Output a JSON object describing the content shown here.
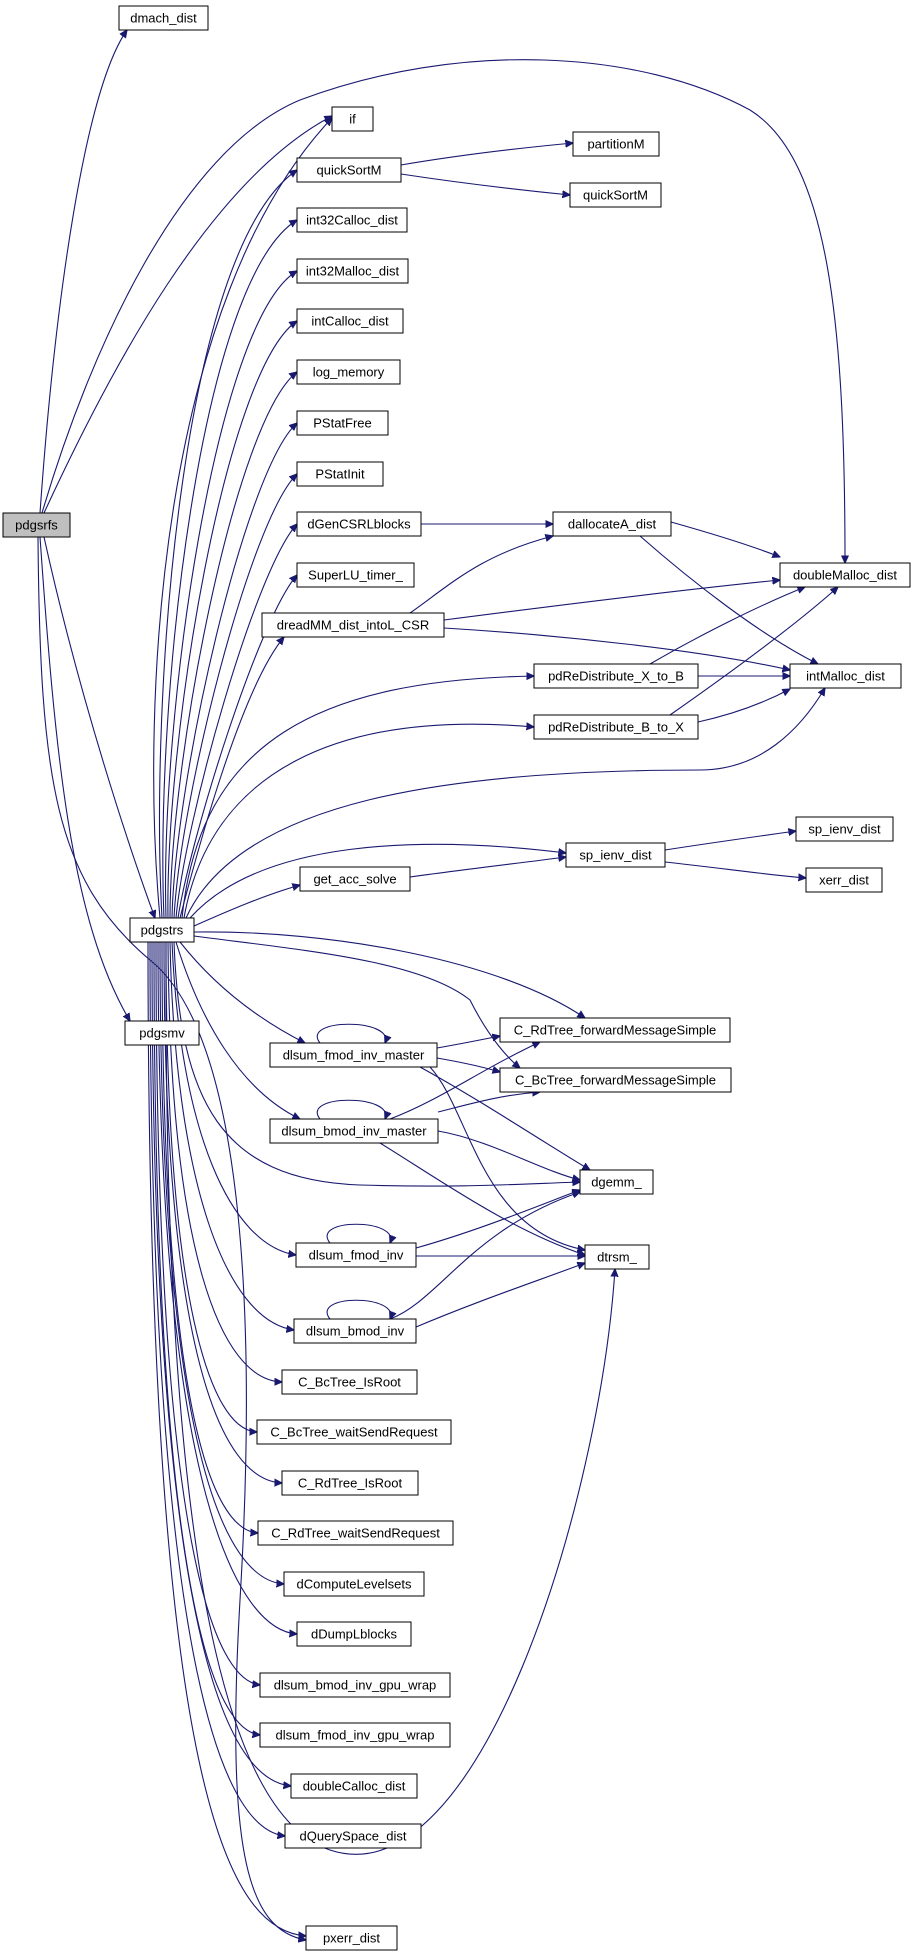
{
  "graph": {
    "root": "pdgsrfs",
    "nodes": [
      {
        "id": "pdgsrfs",
        "label": "pdgsrfs"
      },
      {
        "id": "dmach_dist",
        "label": "dmach_dist"
      },
      {
        "id": "if",
        "label": "if"
      },
      {
        "id": "quickSortM",
        "label": "quickSortM"
      },
      {
        "id": "partitionM",
        "label": "partitionM"
      },
      {
        "id": "quickSortM2",
        "label": "quickSortM"
      },
      {
        "id": "int32Calloc_dist",
        "label": "int32Calloc_dist"
      },
      {
        "id": "int32Malloc_dist",
        "label": "int32Malloc_dist"
      },
      {
        "id": "intCalloc_dist",
        "label": "intCalloc_dist"
      },
      {
        "id": "log_memory",
        "label": "log_memory"
      },
      {
        "id": "PStatFree",
        "label": "PStatFree"
      },
      {
        "id": "PStatInit",
        "label": "PStatInit"
      },
      {
        "id": "dGenCSRLblocks",
        "label": "dGenCSRLblocks"
      },
      {
        "id": "dallocateA_dist",
        "label": "dallocateA_dist"
      },
      {
        "id": "doubleMalloc_dist",
        "label": "doubleMalloc_dist"
      },
      {
        "id": "SuperLU_timer_",
        "label": "SuperLU_timer_"
      },
      {
        "id": "dreadMM_dist_intoL_CSR",
        "label": "dreadMM_dist_intoL_CSR"
      },
      {
        "id": "pdReDistribute_X_to_B",
        "label": "pdReDistribute_X_to_B"
      },
      {
        "id": "intMalloc_dist",
        "label": "intMalloc_dist"
      },
      {
        "id": "pdReDistribute_B_to_X",
        "label": "pdReDistribute_B_to_X"
      },
      {
        "id": "sp_ienv_dist",
        "label": "sp_ienv_dist"
      },
      {
        "id": "sp_ienv_dist2",
        "label": "sp_ienv_dist"
      },
      {
        "id": "get_acc_solve",
        "label": "get_acc_solve"
      },
      {
        "id": "xerr_dist",
        "label": "xerr_dist"
      },
      {
        "id": "pdgstrs",
        "label": "pdgstrs"
      },
      {
        "id": "pdgsmv",
        "label": "pdgsmv"
      },
      {
        "id": "C_RdTree_forwardMessageSimple",
        "label": "C_RdTree_forwardMessageSimple"
      },
      {
        "id": "dlsum_fmod_inv_master",
        "label": "dlsum_fmod_inv_master"
      },
      {
        "id": "C_BcTree_forwardMessageSimple",
        "label": "C_BcTree_forwardMessageSimple"
      },
      {
        "id": "dlsum_bmod_inv_master",
        "label": "dlsum_bmod_inv_master"
      },
      {
        "id": "dgemm_",
        "label": "dgemm_"
      },
      {
        "id": "dlsum_fmod_inv",
        "label": "dlsum_fmod_inv"
      },
      {
        "id": "dtrsm_",
        "label": "dtrsm_"
      },
      {
        "id": "dlsum_bmod_inv",
        "label": "dlsum_bmod_inv"
      },
      {
        "id": "C_BcTree_IsRoot",
        "label": "C_BcTree_IsRoot"
      },
      {
        "id": "C_BcTree_waitSendRequest",
        "label": "C_BcTree_waitSendRequest"
      },
      {
        "id": "C_RdTree_IsRoot",
        "label": "C_RdTree_IsRoot"
      },
      {
        "id": "C_RdTree_waitSendRequest",
        "label": "C_RdTree_waitSendRequest"
      },
      {
        "id": "dComputeLevelsets",
        "label": "dComputeLevelsets"
      },
      {
        "id": "dDumpLblocks",
        "label": "dDumpLblocks"
      },
      {
        "id": "dlsum_bmod_inv_gpu_wrap",
        "label": "dlsum_bmod_inv_gpu_wrap"
      },
      {
        "id": "dlsum_fmod_inv_gpu_wrap",
        "label": "dlsum_fmod_inv_gpu_wrap"
      },
      {
        "id": "doubleCalloc_dist",
        "label": "doubleCalloc_dist"
      },
      {
        "id": "dQuerySpace_dist",
        "label": "dQuerySpace_dist"
      },
      {
        "id": "pxerr_dist",
        "label": "pxerr_dist"
      }
    ],
    "edges": [
      [
        "pdgsrfs",
        "dmach_dist"
      ],
      [
        "pdgsrfs",
        "doubleMalloc_dist"
      ],
      [
        "pdgsrfs",
        "if"
      ],
      [
        "pdgsrfs",
        "pdgstrs"
      ],
      [
        "pdgsrfs",
        "pdgsmv"
      ],
      [
        "pdgsrfs",
        "pxerr_dist"
      ],
      [
        "quickSortM",
        "partitionM"
      ],
      [
        "quickSortM",
        "quickSortM2"
      ],
      [
        "dGenCSRLblocks",
        "dallocateA_dist"
      ],
      [
        "dallocateA_dist",
        "doubleMalloc_dist"
      ],
      [
        "dallocateA_dist",
        "intMalloc_dist"
      ],
      [
        "dreadMM_dist_intoL_CSR",
        "dallocateA_dist"
      ],
      [
        "dreadMM_dist_intoL_CSR",
        "doubleMalloc_dist"
      ],
      [
        "dreadMM_dist_intoL_CSR",
        "intMalloc_dist"
      ],
      [
        "pdReDistribute_X_to_B",
        "doubleMalloc_dist"
      ],
      [
        "pdReDistribute_X_to_B",
        "intMalloc_dist"
      ],
      [
        "pdReDistribute_B_to_X",
        "doubleMalloc_dist"
      ],
      [
        "pdReDistribute_B_to_X",
        "intMalloc_dist"
      ],
      [
        "sp_ienv_dist",
        "sp_ienv_dist2"
      ],
      [
        "sp_ienv_dist",
        "xerr_dist"
      ],
      [
        "get_acc_solve",
        "sp_ienv_dist"
      ],
      [
        "pdgstrs",
        "if"
      ],
      [
        "pdgstrs",
        "quickSortM"
      ],
      [
        "pdgstrs",
        "int32Calloc_dist"
      ],
      [
        "pdgstrs",
        "int32Malloc_dist"
      ],
      [
        "pdgstrs",
        "intCalloc_dist"
      ],
      [
        "pdgstrs",
        "log_memory"
      ],
      [
        "pdgstrs",
        "PStatFree"
      ],
      [
        "pdgstrs",
        "PStatInit"
      ],
      [
        "pdgstrs",
        "dGenCSRLblocks"
      ],
      [
        "pdgstrs",
        "SuperLU_timer_"
      ],
      [
        "pdgstrs",
        "dreadMM_dist_intoL_CSR"
      ],
      [
        "pdgstrs",
        "pdReDistribute_X_to_B"
      ],
      [
        "pdgstrs",
        "pdReDistribute_B_to_X"
      ],
      [
        "pdgstrs",
        "intMalloc_dist"
      ],
      [
        "pdgstrs",
        "sp_ienv_dist"
      ],
      [
        "pdgstrs",
        "get_acc_solve"
      ],
      [
        "pdgstrs",
        "C_RdTree_forwardMessageSimple"
      ],
      [
        "pdgstrs",
        "C_BcTree_forwardMessageSimple"
      ],
      [
        "pdgstrs",
        "dlsum_fmod_inv_master"
      ],
      [
        "pdgstrs",
        "dlsum_bmod_inv_master"
      ],
      [
        "pdgstrs",
        "dgemm_"
      ],
      [
        "pdgstrs",
        "dlsum_fmod_inv"
      ],
      [
        "pdgstrs",
        "dlsum_bmod_inv"
      ],
      [
        "pdgstrs",
        "dtrsm_"
      ],
      [
        "pdgstrs",
        "C_BcTree_IsRoot"
      ],
      [
        "pdgstrs",
        "C_BcTree_waitSendRequest"
      ],
      [
        "pdgstrs",
        "C_RdTree_IsRoot"
      ],
      [
        "pdgstrs",
        "C_RdTree_waitSendRequest"
      ],
      [
        "pdgstrs",
        "dComputeLevelsets"
      ],
      [
        "pdgstrs",
        "dDumpLblocks"
      ],
      [
        "pdgstrs",
        "dlsum_bmod_inv_gpu_wrap"
      ],
      [
        "pdgstrs",
        "dlsum_fmod_inv_gpu_wrap"
      ],
      [
        "pdgstrs",
        "doubleCalloc_dist"
      ],
      [
        "pdgstrs",
        "dQuerySpace_dist"
      ],
      [
        "pdgstrs",
        "pxerr_dist"
      ],
      [
        "dlsum_fmod_inv_master",
        "dlsum_fmod_inv_master"
      ],
      [
        "dlsum_fmod_inv_master",
        "C_RdTree_forwardMessageSimple"
      ],
      [
        "dlsum_fmod_inv_master",
        "C_BcTree_forwardMessageSimple"
      ],
      [
        "dlsum_fmod_inv_master",
        "dgemm_"
      ],
      [
        "dlsum_fmod_inv_master",
        "dtrsm_"
      ],
      [
        "dlsum_bmod_inv_master",
        "dlsum_bmod_inv_master"
      ],
      [
        "dlsum_bmod_inv_master",
        "C_RdTree_forwardMessageSimple"
      ],
      [
        "dlsum_bmod_inv_master",
        "C_BcTree_forwardMessageSimple"
      ],
      [
        "dlsum_bmod_inv_master",
        "dgemm_"
      ],
      [
        "dlsum_bmod_inv_master",
        "dtrsm_"
      ],
      [
        "dlsum_fmod_inv",
        "dlsum_fmod_inv"
      ],
      [
        "dlsum_fmod_inv",
        "dgemm_"
      ],
      [
        "dlsum_fmod_inv",
        "dtrsm_"
      ],
      [
        "dlsum_bmod_inv",
        "dlsum_bmod_inv"
      ],
      [
        "dlsum_bmod_inv",
        "dgemm_"
      ],
      [
        "dlsum_bmod_inv",
        "dtrsm_"
      ]
    ],
    "colors": {
      "edge": "#191970",
      "root_fill": "#bfbfbf",
      "node_fill": "#ffffff",
      "node_border": "#000000"
    }
  }
}
